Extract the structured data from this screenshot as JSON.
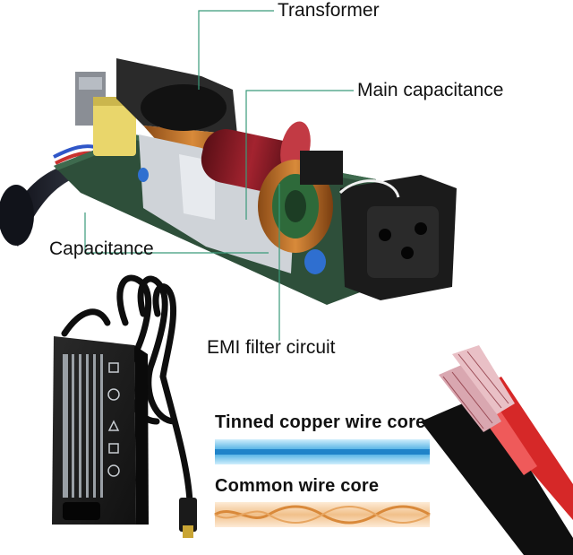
{
  "callouts": {
    "transformer": "Transformer",
    "main_capacitance": "Main capacitance",
    "capacitance": "Capacitance",
    "emi_filter": "EMI filter circuit"
  },
  "wire_cores": {
    "tinned": "Tinned copper wire core",
    "common": "Common wire core"
  },
  "colors": {
    "leader_line": "#3a9a7a",
    "pcb_green": "#2e4f3a",
    "adapter_body": "#1c1c1c",
    "tinned_wire": "#4fb3e6",
    "common_wire": "#e8a25a",
    "red_wire": "#d62828"
  }
}
